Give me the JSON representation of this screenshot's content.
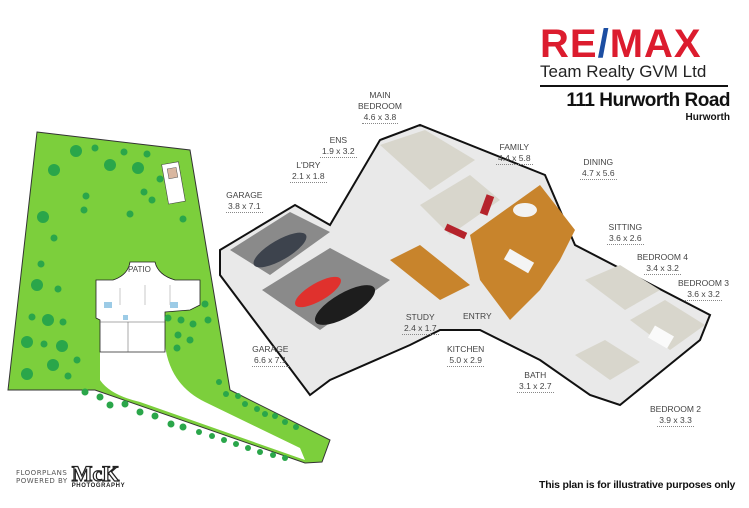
{
  "brand": {
    "logo_left": "RE",
    "logo_slash": "/",
    "logo_right": "MAX",
    "office": "Team Realty GVM Ltd",
    "address": "111 Hurworth Road",
    "suburb": "Hurworth",
    "colors": {
      "red": "#dc1c2e",
      "blue": "#1c4ea2"
    }
  },
  "site_plan": {
    "patio_label": "PATIO",
    "colors": {
      "lawn": "#7ccf3c",
      "tree": "#2aa64a",
      "outline": "#333333"
    }
  },
  "rooms": [
    {
      "name": "MAIN\nBEDROOM",
      "line1": "MAIN",
      "line2": "BEDROOM",
      "dim": "4.6 x 3.8"
    },
    {
      "name": "ENS",
      "dim": "1.9 x 3.2"
    },
    {
      "name": "L'DRY",
      "dim": "2.1 x 1.8"
    },
    {
      "name": "FAMILY",
      "dim": "4.4 x 5.8"
    },
    {
      "name": "DINING",
      "dim": "4.7 x 5.6"
    },
    {
      "name": "GARAGE",
      "dim": "3.8 x 7.1"
    },
    {
      "name": "SITTING",
      "dim": "3.6 x 2.6"
    },
    {
      "name": "BEDROOM 4",
      "dim": "3.4 x 3.2"
    },
    {
      "name": "BEDROOM 3",
      "dim": "3.6 x 3.2"
    },
    {
      "name": "STUDY",
      "dim": "2.4 x 1.7"
    },
    {
      "name": "ENTRY",
      "dim": ""
    },
    {
      "name": "GARAGE",
      "dim": "6.6 x 7.1"
    },
    {
      "name": "KITCHEN",
      "dim": "5.0 x 2.9"
    },
    {
      "name": "BATH",
      "dim": "3.1 x 2.7"
    },
    {
      "name": "BEDROOM 2",
      "dim": "3.9 x 3.3"
    }
  ],
  "credit": {
    "line1": "FLOORPLANS",
    "line2": "POWERED BY",
    "logo": "McK",
    "logo_sub": "PHOTOGRAPHY"
  },
  "disclaimer": "This plan is for illustrative purposes only"
}
